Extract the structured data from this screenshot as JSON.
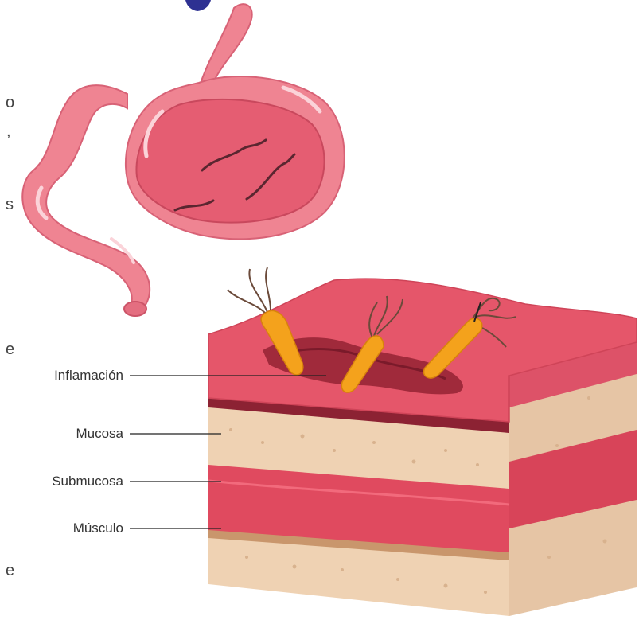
{
  "labels": {
    "inflammation": "Inflamación",
    "mucosa": "Mucosa",
    "submucosa": "Submucosa",
    "muscle": "Músculo"
  },
  "edge_text": [
    "o",
    ",",
    "s",
    "e",
    "e"
  ],
  "colors": {
    "stomach_pink": "#ee7f8f",
    "mucosa_red": "#e04a5f",
    "submucosa_tan": "#efd2b3",
    "bacteria_orange": "#f4a21c",
    "leader_line": "#222222"
  }
}
